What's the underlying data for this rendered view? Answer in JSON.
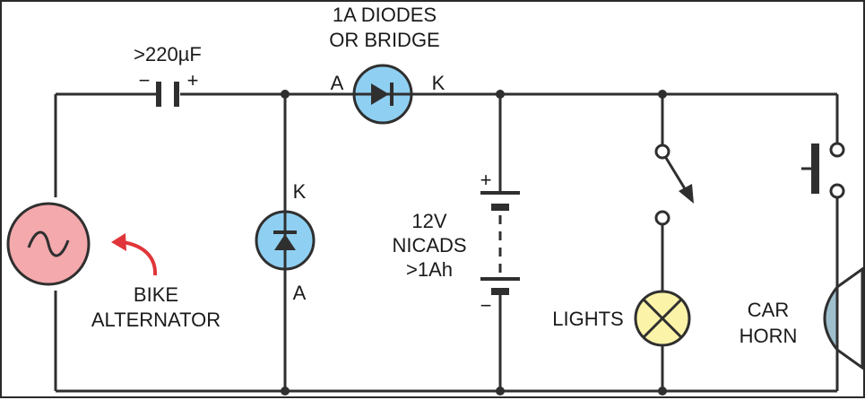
{
  "labels": {
    "capacitor_value": ">220µF",
    "capacitor_minus": "−",
    "capacitor_plus": "+",
    "diode_title_line1": "1A DIODES",
    "diode_title_line2": "OR BRIDGE",
    "diode_top_anode": "A",
    "diode_top_cathode": "K",
    "diode_shunt_cathode": "K",
    "diode_shunt_anode": "A",
    "battery_plus": "+",
    "battery_minus": "−",
    "battery_line1": "12V",
    "battery_line2": "NICADS",
    "battery_line3": ">1Ah",
    "alternator_line1": "BIKE",
    "alternator_line2": "ALTERNATOR",
    "lights": "LIGHTS",
    "horn_line1": "CAR",
    "horn_line2": "HORN"
  },
  "colors": {
    "wire": "#2f2f2f",
    "alternator_fill": "#f4a9ad",
    "diode_fill": "#8fd0f2",
    "lamp_fill": "#fbf3a8",
    "horn_fill": "#9fbfcc",
    "arrow": "#e0353a"
  }
}
